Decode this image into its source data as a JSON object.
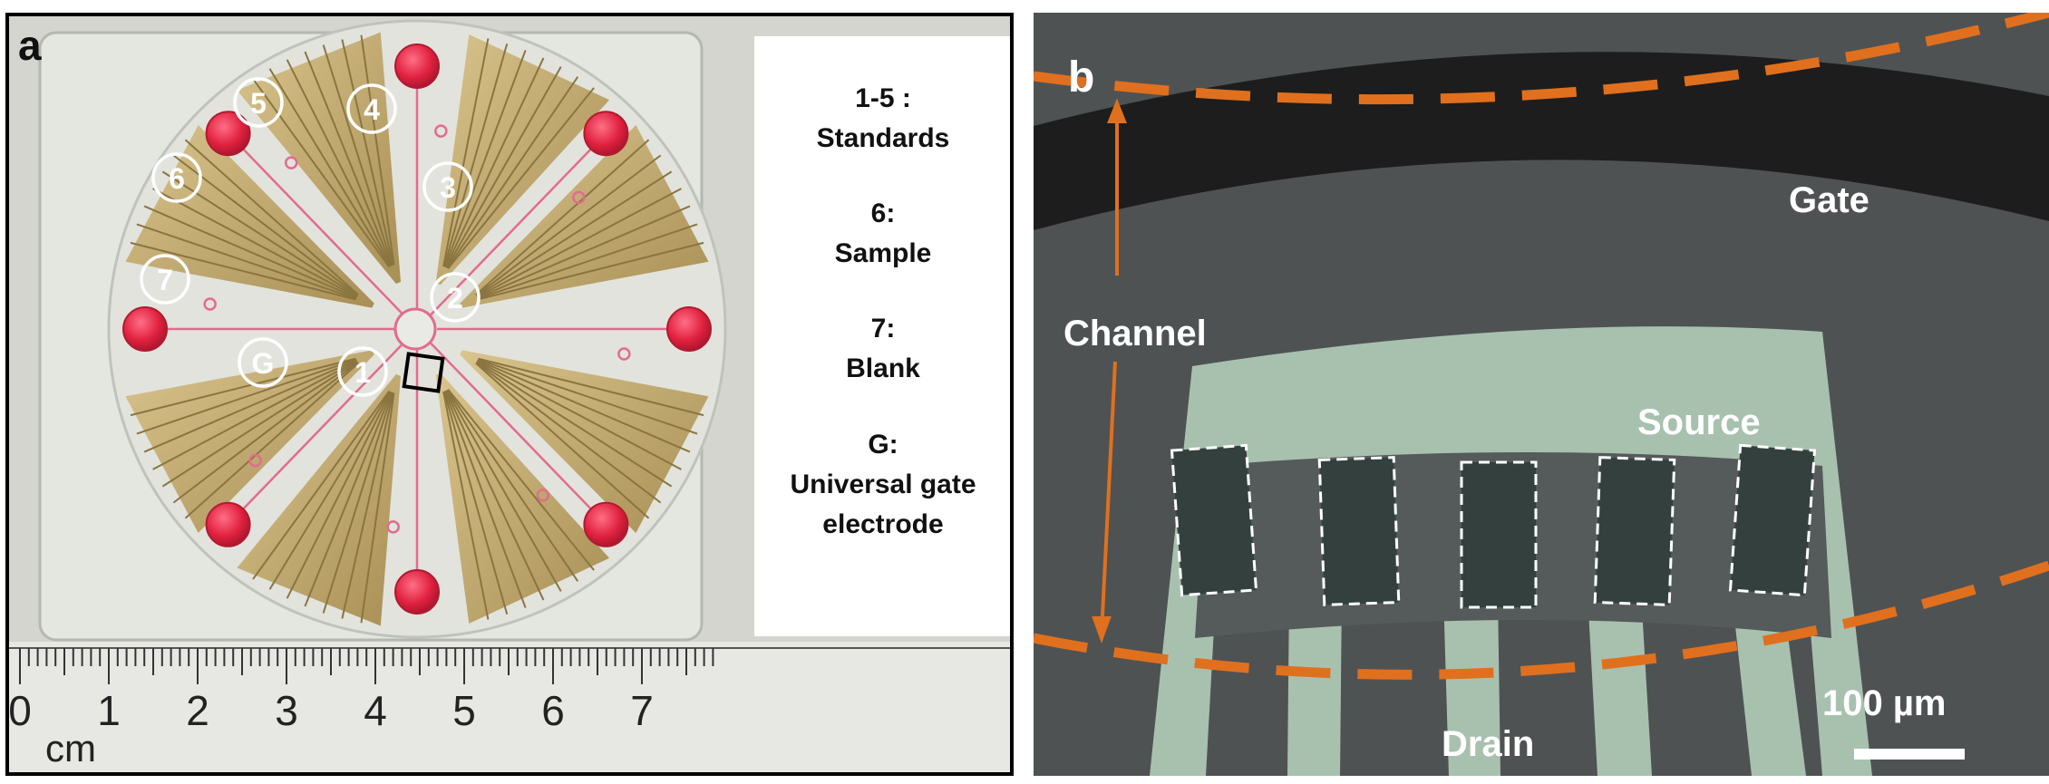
{
  "panel_a": {
    "letter": "a",
    "legend": {
      "line1": "1-5 :",
      "line2": "Standards",
      "line3": "6:",
      "line4": "Sample",
      "line5": "7:",
      "line6": "Blank",
      "line7": "G:",
      "line8": "Universal gate",
      "line9": "electrode"
    },
    "electrode_labels": [
      "1",
      "2",
      "3",
      "4",
      "5",
      "6",
      "7",
      "G"
    ],
    "ruler": {
      "numbers": [
        "0",
        "1",
        "2",
        "3",
        "4",
        "5",
        "6",
        "7"
      ],
      "unit": "cm"
    },
    "colors": {
      "gold": "#c9b27a",
      "sample_red": "#e0213f",
      "channel_pink": "#e36b8e"
    }
  },
  "panel_b": {
    "letter": "b",
    "labels": {
      "gate": "Gate",
      "channel": "Channel",
      "source": "Source",
      "drain": "Drain",
      "scale": "100 µm"
    },
    "colors": {
      "dashed_orange": "#e0701e",
      "electrode_green": "#a9c2b0",
      "gate_black": "#1c1c1c"
    }
  }
}
